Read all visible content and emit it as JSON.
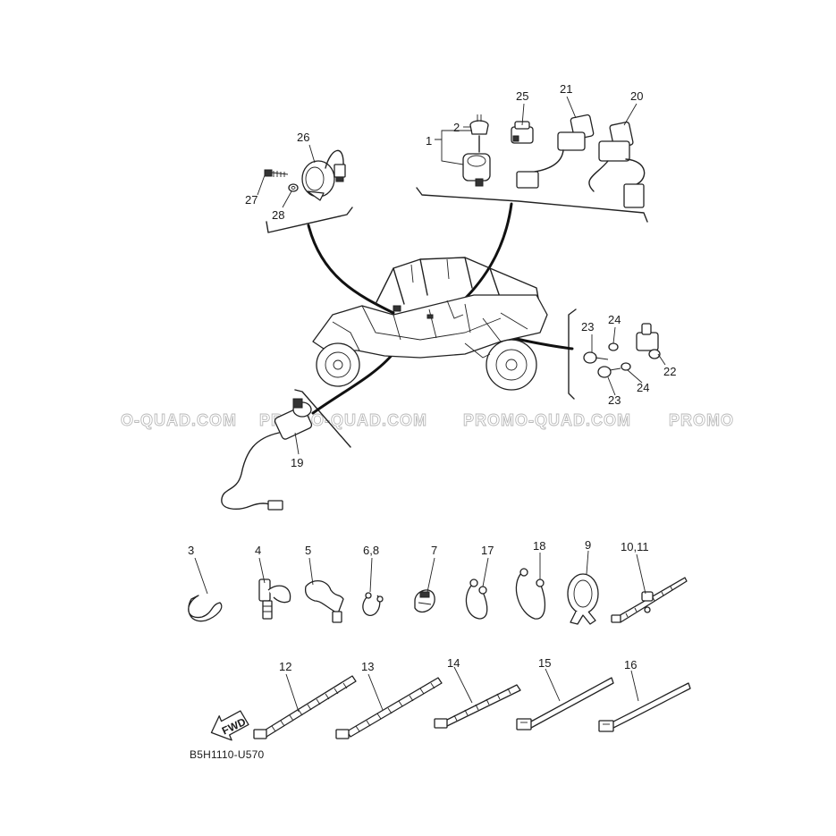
{
  "watermark": {
    "text_1": "O-QUAD.COM",
    "text_2": "PROMO-QUAD.COM",
    "text_3": "PROMO-QUAD.COM",
    "text_4": "PROMO"
  },
  "diagram_code": "B5H1110-U570",
  "fwd_label": "FWD",
  "callouts": {
    "c1": "1",
    "c2": "2",
    "c3": "3",
    "c4": "4",
    "c5": "5",
    "c68": "6,8",
    "c7": "7",
    "c9": "9",
    "c1011": "10,11",
    "c12": "12",
    "c13": "13",
    "c14": "14",
    "c15": "15",
    "c16": "16",
    "c17": "17",
    "c18": "18",
    "c19": "19",
    "c20": "20",
    "c21": "21",
    "c22": "22",
    "c23a": "23",
    "c23b": "23",
    "c24a": "24",
    "c24b": "24",
    "c25": "25",
    "c26": "26",
    "c27": "27",
    "c28": "28"
  }
}
